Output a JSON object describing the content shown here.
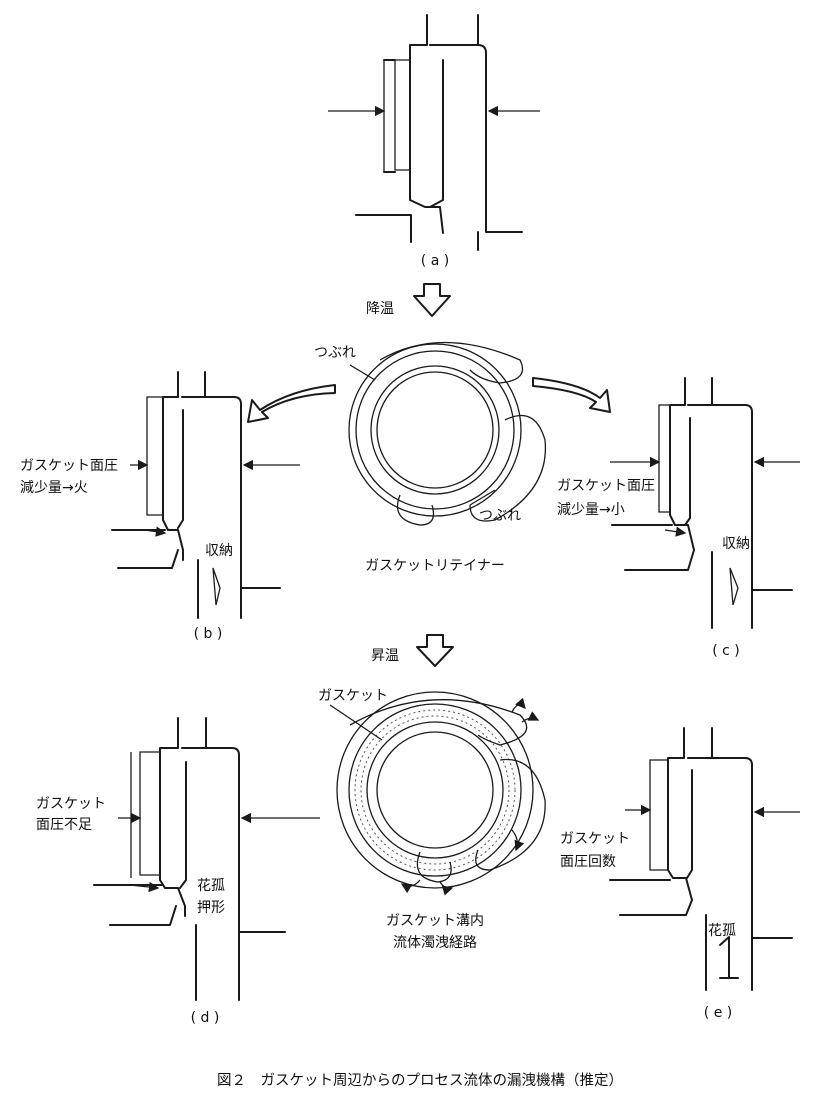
{
  "panels": {
    "a": {
      "label": "( a )"
    },
    "b": {
      "label": "( b )",
      "pressure_note_line1": "ガスケット面圧",
      "pressure_note_line2": "減少量→火",
      "storage": "収納"
    },
    "c": {
      "label": "( c )",
      "pressure_note_line1": "ガスケット面圧",
      "pressure_note_line2": "減少量→小",
      "storage": "収納"
    },
    "d": {
      "label": "( d )",
      "pressure_note_line1": "ガスケット",
      "pressure_note_line2": "面圧不足",
      "mark_line1": "花孤",
      "mark_line2": "押形"
    },
    "e": {
      "label": "( e )",
      "pressure_note_line1": "ガスケット",
      "pressure_note_line2": "面圧回数",
      "mark": "花孤"
    }
  },
  "steps": {
    "cooling": "降温",
    "heating": "昇温"
  },
  "ring_top": {
    "crush_top": "つぶれ",
    "crush_bottom": "つぶれ",
    "name": "ガスケットリテイナー"
  },
  "ring_bottom": {
    "gasket": "ガスケット",
    "path_line1": "ガスケット溝内",
    "path_line2": "流体濁洩経路"
  },
  "caption": "図２　ガスケット周辺からのプロセス流体の漏洩機構（推定）"
}
